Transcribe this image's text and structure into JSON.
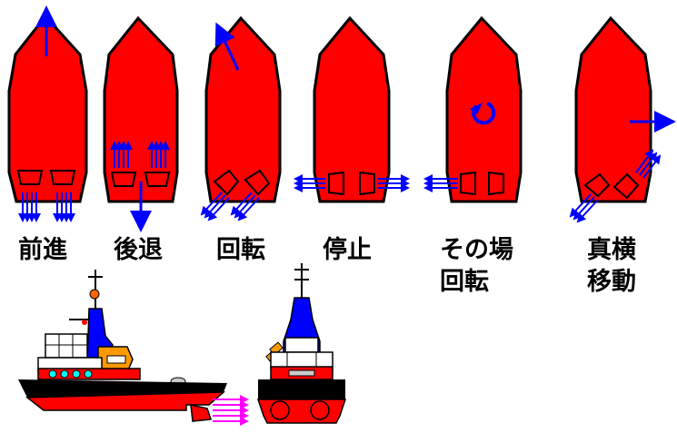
{
  "modes": [
    {
      "id": "forward",
      "lines": [
        "前進"
      ]
    },
    {
      "id": "reverse",
      "lines": [
        "後退"
      ]
    },
    {
      "id": "turn",
      "lines": [
        "回転"
      ]
    },
    {
      "id": "stop",
      "lines": [
        "停止"
      ]
    },
    {
      "id": "spin",
      "lines": [
        "その場",
        "回転"
      ]
    },
    {
      "id": "sideways",
      "lines": [
        "真横",
        "移動"
      ]
    }
  ],
  "colors": {
    "hull": "#ff0000",
    "outline": "#000000",
    "arrow": "#0000ff",
    "thrust_side": "#ff00ff",
    "superstructure": "#0000ff",
    "deck_white": "#ffffff",
    "orange": "#ff9900",
    "cyan_portholes": "#00ffff",
    "black_hull": "#000000"
  },
  "icons": [
    "hull-outline",
    "thruster-nozzle",
    "water-jet-lines",
    "movement-arrow",
    "rotation-arrow",
    "tugboat-side-view",
    "tugboat-front-view"
  ]
}
